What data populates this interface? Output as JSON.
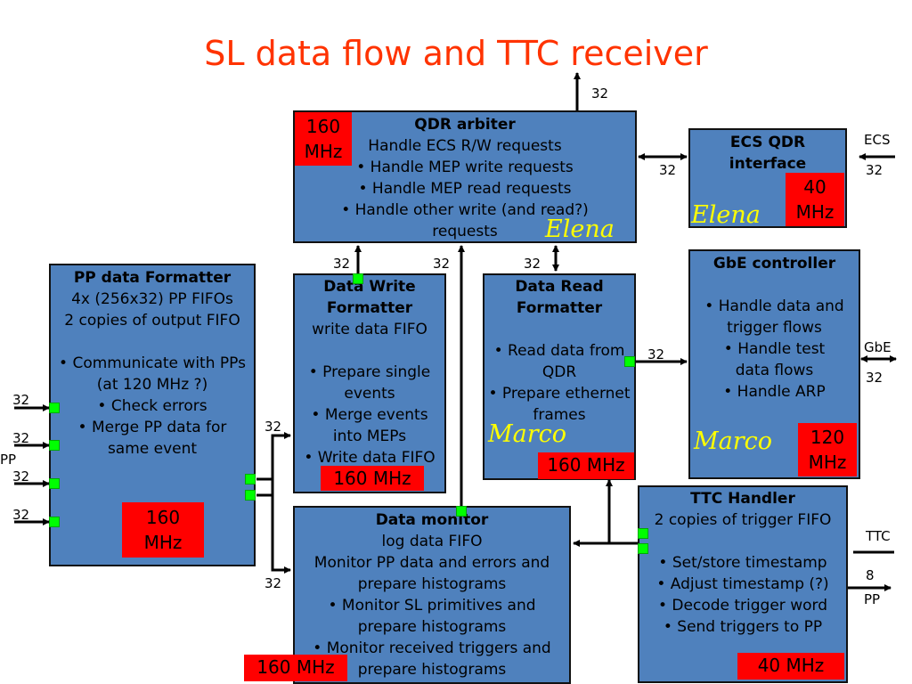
{
  "title": "SL data flow and TTC receiver",
  "boxes": {
    "qdr": {
      "lines": [
        "QDR arbiter",
        "Handle ECS R/W requests",
        "• Handle MEP write requests",
        "• Handle MEP read requests",
        "• Handle other write (and read?)",
        "requests"
      ],
      "clock": "160 MHz",
      "owner": "Elena"
    },
    "ecs": {
      "lines": [
        "ECS QDR",
        "interface"
      ],
      "clock": "40 MHz",
      "owner": "Elena"
    },
    "gbe": {
      "lines": [
        "GbE controller",
        "• Handle data and",
        "trigger flows",
        "• Handle test",
        "data flows",
        "• Handle ARP"
      ],
      "clock": "120 MHz",
      "owner": "Marco"
    },
    "ppf": {
      "lines": [
        "PP data Formatter",
        "4x (256x32) PP FIFOs",
        "2 copies of output FIFO",
        "• Communicate with PPs",
        "(at 120 MHz ?)",
        "• Check errors",
        "• Merge PP data for",
        "same event"
      ],
      "clock": "160 MHz"
    },
    "dwf": {
      "lines": [
        "Data Write",
        "Formatter",
        "write data FIFO",
        "• Prepare single",
        "events",
        "• Merge events",
        "into MEPs",
        "• Write data FIFO"
      ],
      "clock": "160 MHz"
    },
    "drf": {
      "lines": [
        "Data Read",
        "Formatter",
        "• Read data from",
        "QDR",
        "• Prepare ethernet",
        "frames"
      ],
      "clock": "160 MHz",
      "owner": "Marco"
    },
    "ttc": {
      "lines": [
        "TTC Handler",
        "2 copies of trigger FIFO",
        "• Set/store timestamp",
        "• Adjust timestamp (?)",
        "• Decode trigger word",
        "• Send triggers to PP"
      ],
      "clock": "40 MHz"
    },
    "dm": {
      "lines": [
        "Data monitor",
        "log data FIFO",
        "Monitor PP data and errors and",
        "prepare histograms",
        "• Monitor SL primitives and",
        "prepare histograms",
        "• Monitor received triggers and",
        "prepare histograms"
      ],
      "clock": "160 MHz"
    }
  },
  "labels": {
    "qdr_out": "32",
    "qdr_ecs": "32",
    "ecs_in": "ECS",
    "ecs_in_width": "32",
    "dwf_qdr": "32",
    "dm_qdr": "32",
    "drf_qdr": "32",
    "drf_gbe": "32",
    "gbe_ext": "GbE",
    "gbe_ext_width": "32",
    "pp_in_1": "32",
    "pp_in_2": "32",
    "pp_in_3": "32",
    "pp_in_4": "32",
    "pp_in_name": "PP",
    "ppf_dwf": "32",
    "ppf_dm": "32",
    "ttc_in": "TTC",
    "ttc_pp_width": "8",
    "ttc_pp_name": "PP"
  },
  "colors": {
    "box": "#4f81bd",
    "clock": "#ff0000",
    "port": "#00ff00",
    "title": "#ff3300",
    "owner": "#ffff00"
  }
}
